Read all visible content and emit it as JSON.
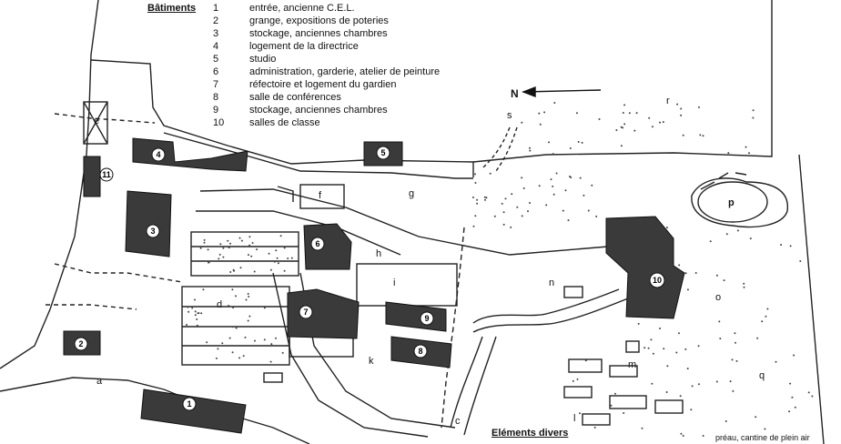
{
  "legend": {
    "title": "Bâtiments",
    "items": [
      {
        "num": "1",
        "label": "entrée, ancienne C.E.L."
      },
      {
        "num": "2",
        "label": "grange, expositions de poteries"
      },
      {
        "num": "3",
        "label": "stockage, anciennes chambres"
      },
      {
        "num": "4",
        "label": "logement de la directrice"
      },
      {
        "num": "5",
        "label": "studio"
      },
      {
        "num": "6",
        "label": "administration, garderie, atelier de peinture"
      },
      {
        "num": "7",
        "label": "réfectoire et logement du gardien"
      },
      {
        "num": "8",
        "label": "salle de conférences"
      },
      {
        "num": "9",
        "label": "stockage, anciennes chambres"
      },
      {
        "num": "10",
        "label": "salles de classe"
      }
    ]
  },
  "footer": {
    "title": "Eléments divers",
    "note": "préau, cantine de plein air"
  },
  "compass": {
    "label": "N"
  },
  "buildings": [
    "1",
    "2",
    "3",
    "4",
    "5",
    "6",
    "7",
    "8",
    "9",
    "10",
    "11"
  ],
  "area_letters": [
    "a",
    "c",
    "d",
    "e",
    "f",
    "g",
    "h",
    "i",
    "k",
    "l",
    "m",
    "n",
    "o",
    "p",
    "q",
    "r",
    "s"
  ],
  "colors": {
    "building_fill": "#3a3a3a",
    "line": "#222222",
    "background": "#ffffff"
  }
}
